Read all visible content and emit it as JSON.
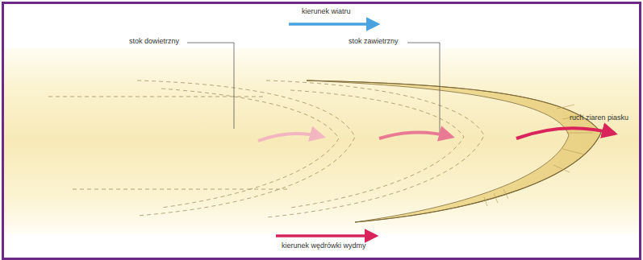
{
  "diagram": {
    "labels": [
      "kierunek wiatru",
      "stok dowietrzny",
      "stok zawietrzny",
      "ruch ziaren piasku",
      "kierunek wędrówki wydmy"
    ]
  }
}
